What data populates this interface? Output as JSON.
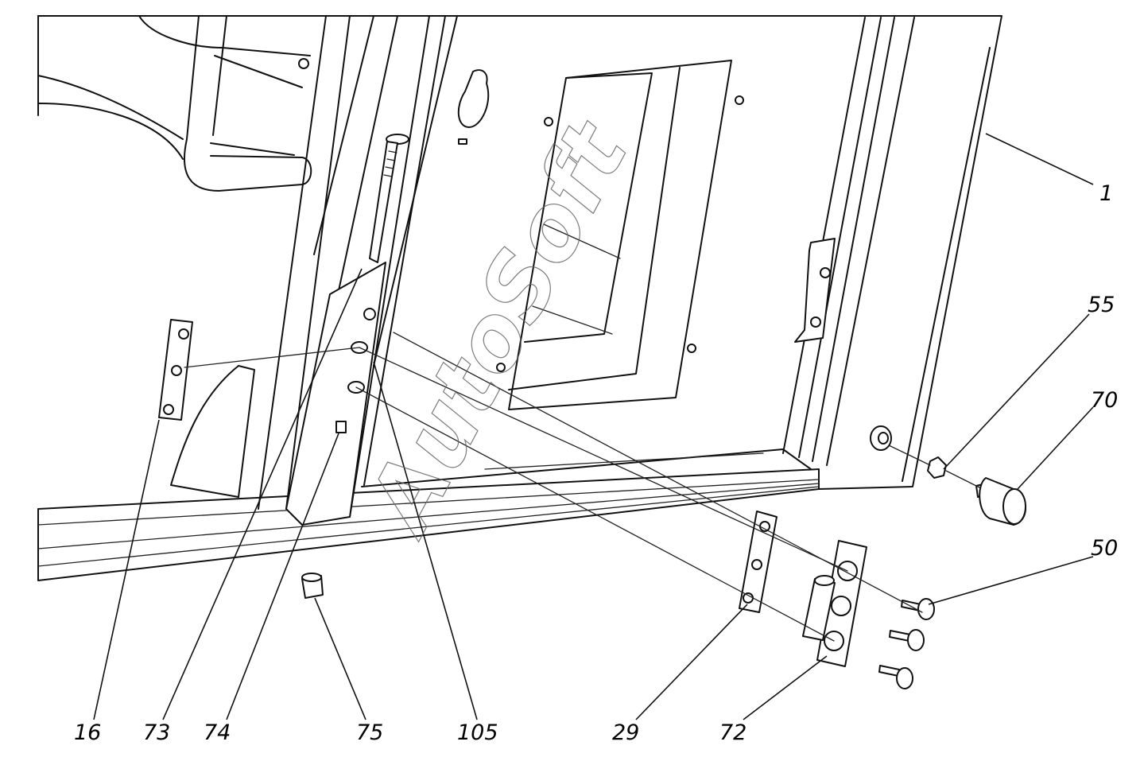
{
  "watermark": "AutoSoft",
  "callouts": {
    "c1": "1",
    "c55": "55",
    "c70": "70",
    "c50": "50",
    "c16": "16",
    "c73": "73",
    "c74": "74",
    "c75": "75",
    "c105": "105",
    "c29": "29",
    "c72": "72"
  }
}
